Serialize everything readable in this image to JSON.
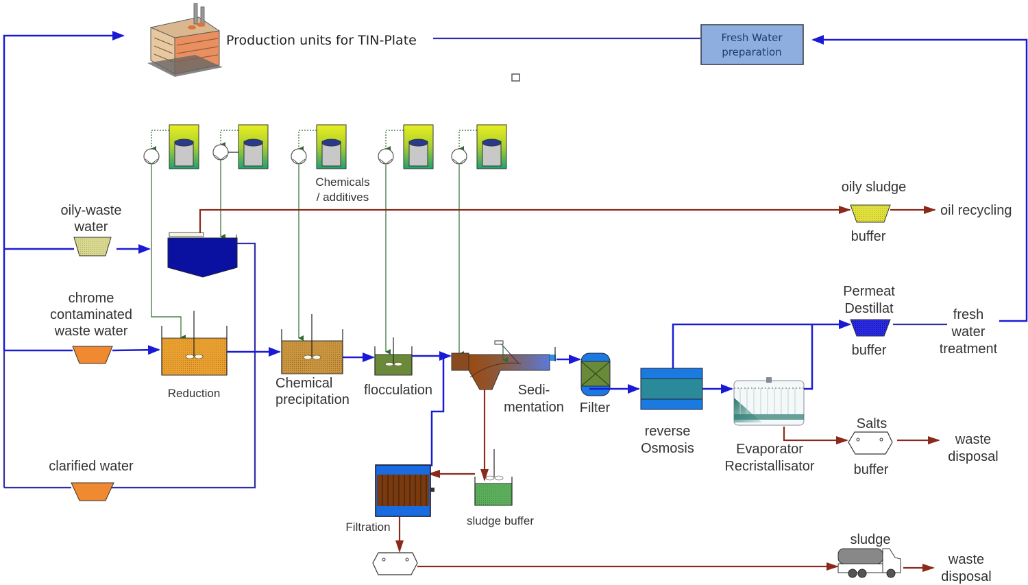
{
  "header": {
    "production_label": "Production units for TIN-Plate",
    "fresh_water_box": [
      "Fresh Water",
      "preparation"
    ]
  },
  "chemicals": {
    "label": [
      "Chemicals",
      "/ additives"
    ],
    "dosing_units": 5
  },
  "inputs": {
    "oily_waste": [
      "oily-waste",
      "water"
    ],
    "chrome": [
      "chrome",
      "contaminated",
      "waste water"
    ],
    "clarified": "clarified water"
  },
  "stages": {
    "reduction": "Reduction",
    "chem_precip": [
      "Chemical",
      "precipitation"
    ],
    "flocculation": "flocculation",
    "sedimentation": [
      "Sedi-",
      "mentation"
    ],
    "filter": "Filter",
    "reverse_osmosis": [
      "reverse",
      "Osmosis"
    ],
    "evaporator": [
      "Evaporator",
      "Recristallisator"
    ],
    "filtration": "Filtration",
    "sludge_buffer": "sludge buffer"
  },
  "outputs": {
    "oily_sludge": "oily sludge",
    "oily_buffer": "buffer",
    "oil_recycling": "oil recycling",
    "permeat": [
      "Permeat",
      "Destillat"
    ],
    "permeat_buffer": "buffer",
    "fresh_water_treatment": [
      "fresh",
      "water",
      "treatment"
    ],
    "salts": "Salts",
    "salts_buffer": "buffer",
    "salts_disposal": [
      "waste",
      "disposal"
    ],
    "sludge": "sludge",
    "sludge_disposal": [
      "waste",
      "disposal"
    ]
  },
  "colors": {
    "water_line": "#1a1ad6",
    "return_line": "#2e2ea8",
    "sludge_line": "#8a2a1a",
    "chemical_line": "#2e6b2e",
    "fresh_box_fill": "#8eaee0"
  }
}
